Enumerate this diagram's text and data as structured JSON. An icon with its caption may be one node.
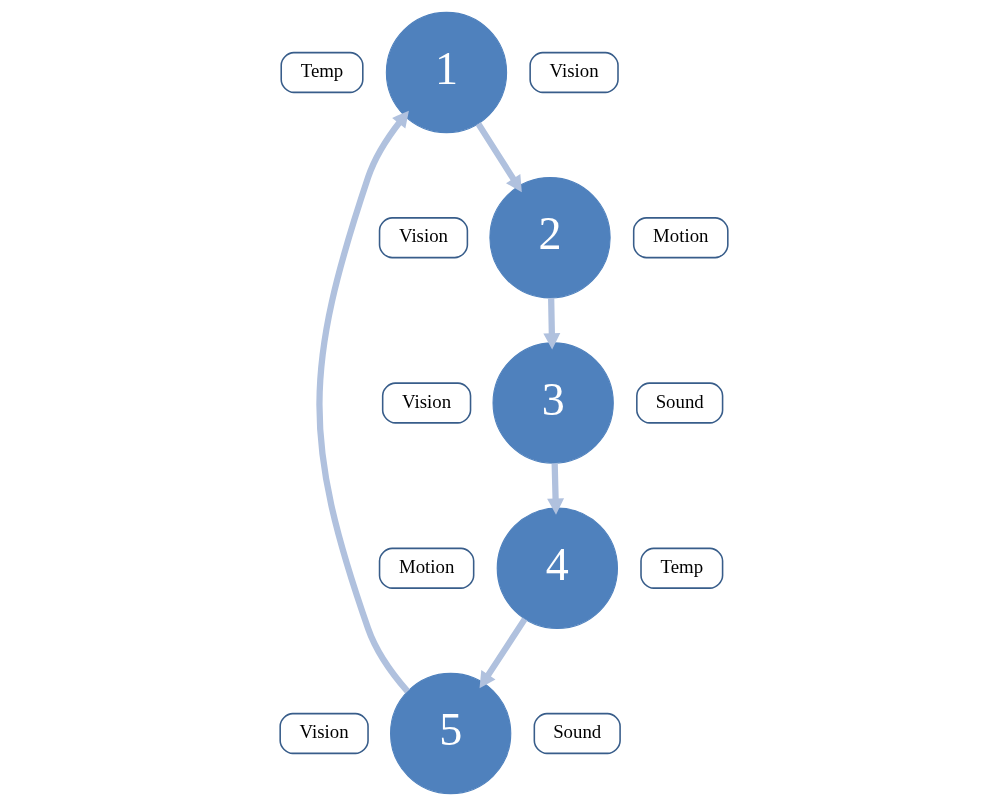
{
  "diagram": {
    "nodes": [
      {
        "text": [
          "1"
        ]
      },
      {
        "text": [
          "Temp"
        ]
      },
      {
        "text": [
          "Vision"
        ]
      },
      {
        "text": [
          "2"
        ]
      },
      {
        "text": [
          "Vision"
        ]
      },
      {
        "text": [
          "Motion"
        ]
      },
      {
        "text": [
          "3"
        ]
      },
      {
        "text": [
          "Vision"
        ]
      },
      {
        "text": [
          "Sound"
        ]
      },
      {
        "text": [
          "4"
        ]
      },
      {
        "text": [
          "Motion"
        ]
      },
      {
        "text": [
          "Temp"
        ]
      },
      {
        "text": [
          "5"
        ]
      },
      {
        "text": [
          "Vision"
        ]
      },
      {
        "text": [
          "Sound"
        ]
      }
    ],
    "edges": [
      {
        "from": 0,
        "to": 3,
        "arrow": "to"
      },
      {
        "from": 3,
        "to": 6,
        "arrow": "to"
      },
      {
        "from": 6,
        "to": 9,
        "arrow": "to"
      },
      {
        "from": 9,
        "to": 12,
        "arrow": "to"
      },
      {
        "from": 12,
        "to": 0,
        "arrow": "to"
      }
    ]
  }
}
